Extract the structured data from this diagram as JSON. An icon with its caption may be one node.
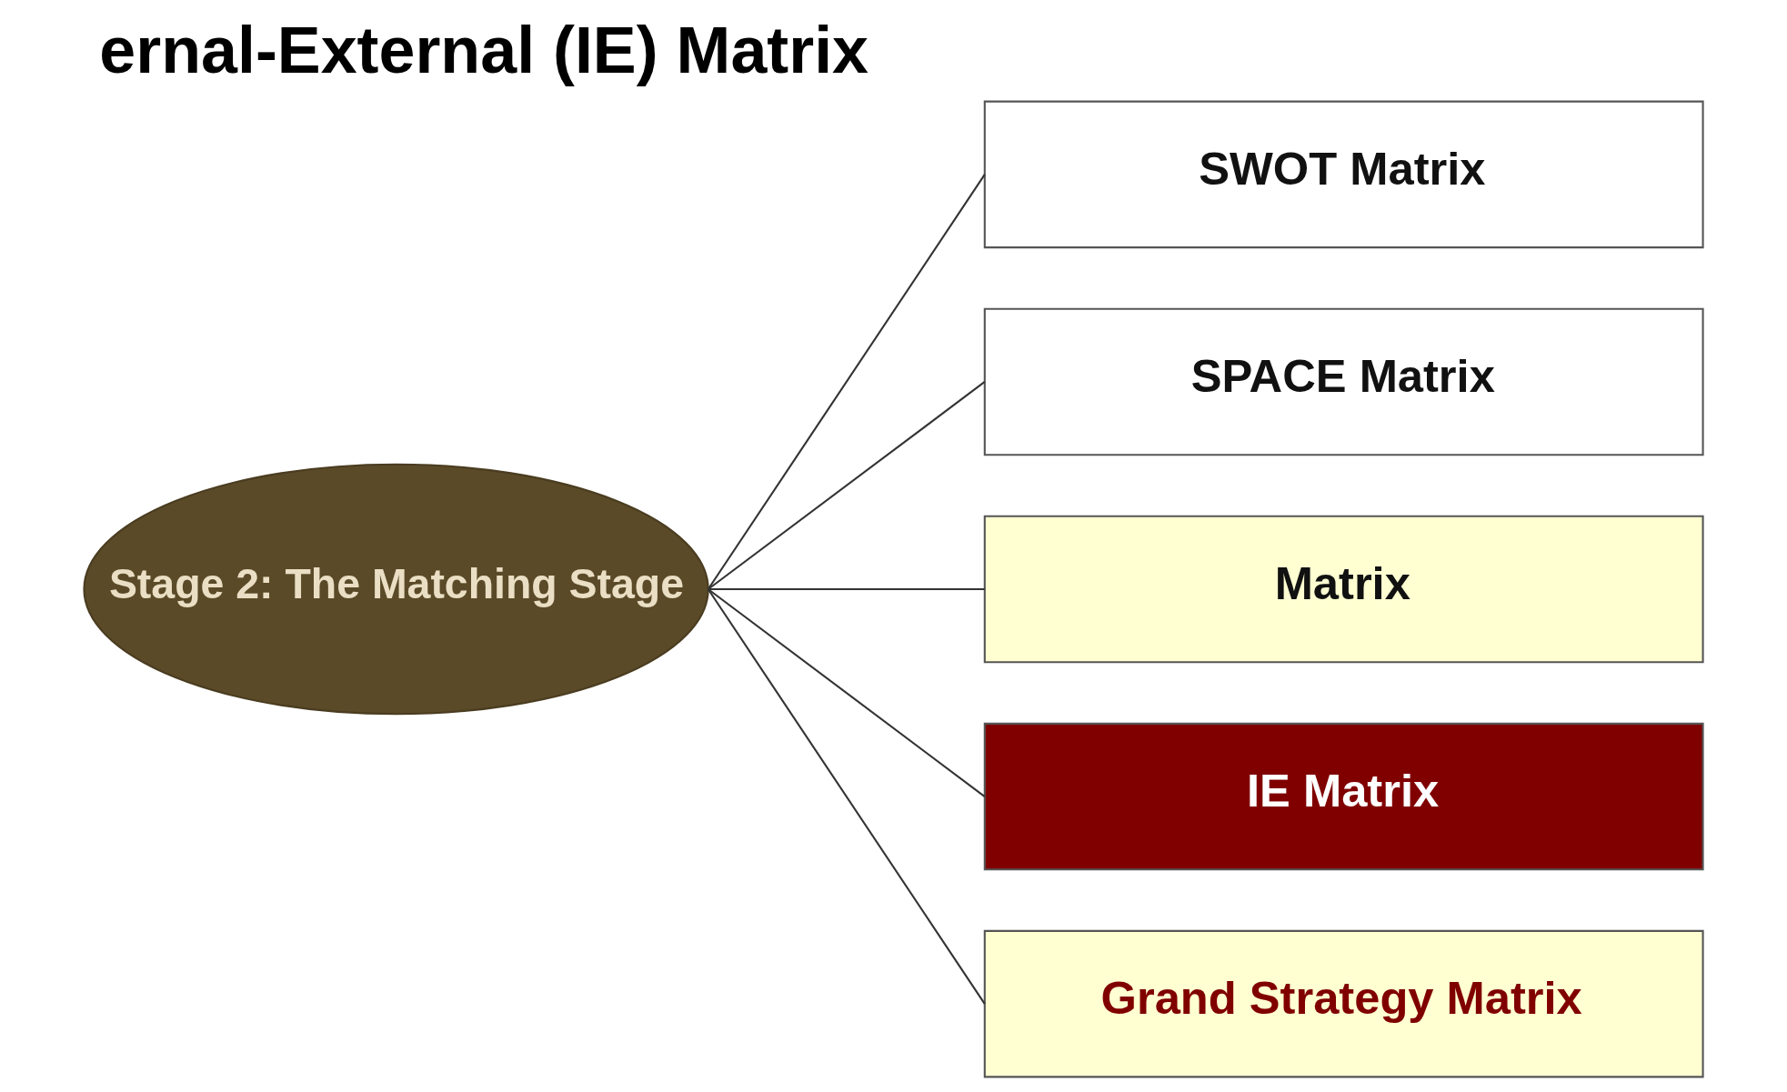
{
  "diagram": {
    "title": "ernal-External (IE) Matrix",
    "nodes": [
      {
        "text": [
          "Stage 2: The Matching Stage"
        ]
      },
      {
        "text": [
          "SWOT Matrix"
        ]
      },
      {
        "text": [
          "SPACE Matrix"
        ]
      },
      {
        "text": [
          "Matrix"
        ]
      },
      {
        "text": [
          "IE Matrix"
        ]
      },
      {
        "text": [
          "Grand Strategy Matrix"
        ]
      }
    ],
    "edges": [
      {
        "from": 0,
        "to": 1,
        "arrow": "none"
      },
      {
        "from": 0,
        "to": 2,
        "arrow": "none"
      },
      {
        "from": 0,
        "to": 3,
        "arrow": "none"
      },
      {
        "from": 0,
        "to": 4,
        "arrow": "none"
      },
      {
        "from": 0,
        "to": 5,
        "arrow": "none"
      }
    ]
  }
}
